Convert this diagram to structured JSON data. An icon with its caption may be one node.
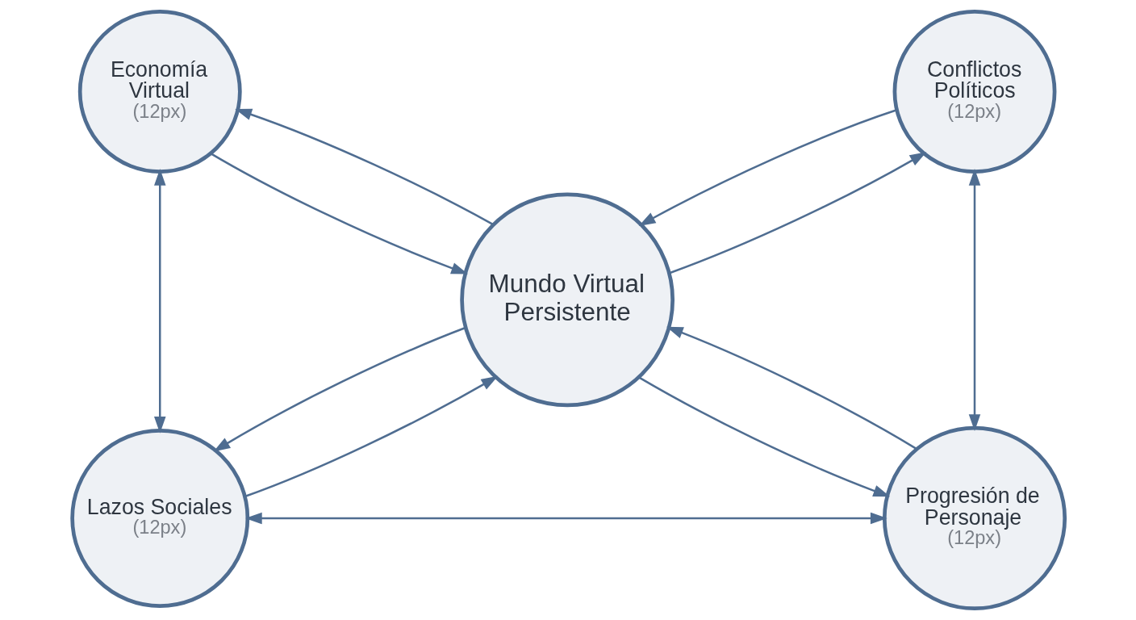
{
  "diagram": {
    "nodes": [
      {
        "text": [
          "Economía Virtual",
          "(12px)"
        ]
      },
      {
        "text": [
          "Conflictos Políticos",
          "(12px)"
        ]
      },
      {
        "text": [
          "Mundo Virtual Persistente"
        ]
      },
      {
        "text": [
          "Lazos Sociales",
          "(12px)"
        ]
      },
      {
        "text": [
          "Progresión de Personaje",
          "(12px)"
        ]
      }
    ],
    "edges": [
      {
        "from": 0,
        "to": 2,
        "arrow": "to"
      },
      {
        "from": 2,
        "to": 0,
        "arrow": "to"
      },
      {
        "from": 1,
        "to": 2,
        "arrow": "to"
      },
      {
        "from": 2,
        "to": 1,
        "arrow": "to"
      },
      {
        "from": 0,
        "to": 3,
        "arrow": "both"
      },
      {
        "from": 1,
        "to": 4,
        "arrow": "both"
      },
      {
        "from": 2,
        "to": 3,
        "arrow": "to"
      },
      {
        "from": 3,
        "to": 2,
        "arrow": "to"
      },
      {
        "from": 2,
        "to": 4,
        "arrow": "to"
      },
      {
        "from": 4,
        "to": 2,
        "arrow": "to"
      },
      {
        "from": 3,
        "to": 4,
        "arrow": "both"
      }
    ]
  }
}
